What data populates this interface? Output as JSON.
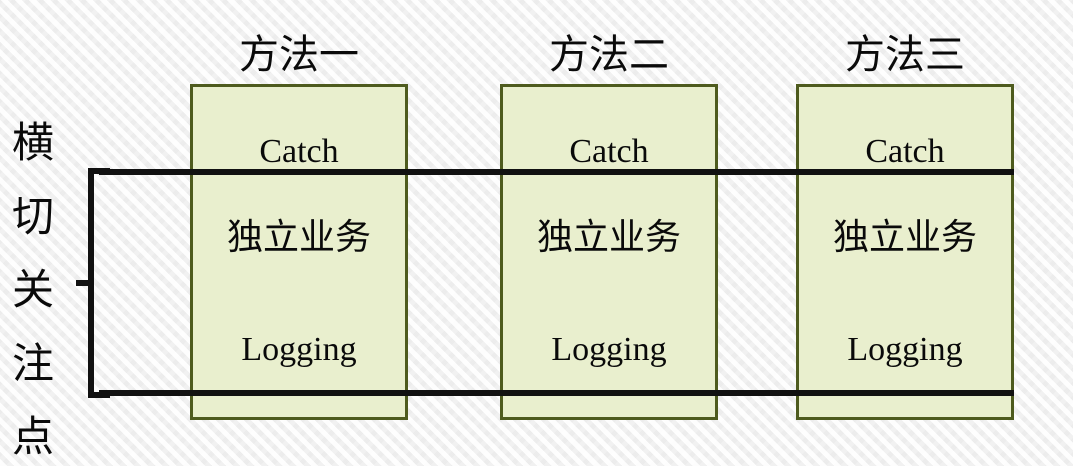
{
  "diagram": {
    "side_label": {
      "text": "横切关注点",
      "chars": [
        "横",
        "切",
        "关",
        "注",
        "点"
      ]
    },
    "bracket": {
      "name": "cross-cutting-concern-bracket"
    },
    "concern_lines": [
      {
        "name": "top-concern-line"
      },
      {
        "name": "bottom-concern-line"
      }
    ],
    "columns": [
      {
        "title": "方法一",
        "cells": {
          "top": "Catch",
          "middle": "独立业务",
          "bottom": "Logging"
        }
      },
      {
        "title": "方法二",
        "cells": {
          "top": "Catch",
          "middle": "独立业务",
          "bottom": "Logging"
        }
      },
      {
        "title": "方法三",
        "cells": {
          "top": "Catch",
          "middle": "独立业务",
          "bottom": "Logging"
        }
      }
    ],
    "colors": {
      "box_fill": "#e9efce",
      "box_border": "#4e5b1e",
      "line": "#111111",
      "text": "#0a0a0a",
      "background": "#f5f5f5"
    }
  }
}
